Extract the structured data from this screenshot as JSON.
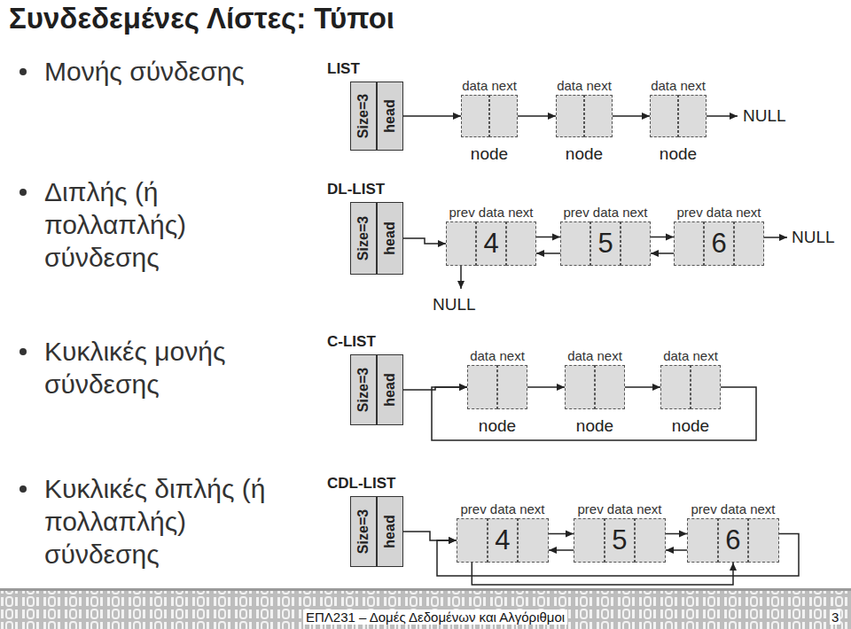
{
  "diagram": {
    "title": "Συνδεδεμένες Λίστες: Τύποι",
    "nodes": [
      {
        "text": [
          "LIST",
          "Size=3",
          "head"
        ]
      },
      {
        "text": [
          "data next",
          "node"
        ]
      },
      {
        "text": [
          "data next",
          "node"
        ]
      },
      {
        "text": [
          "data next",
          "node"
        ]
      },
      {
        "text": [
          "DL-LIST",
          "Size=3",
          "head"
        ]
      },
      {
        "text": [
          "prev data next",
          "4"
        ]
      },
      {
        "text": [
          "prev data next",
          "5"
        ]
      },
      {
        "text": [
          "prev data next",
          "6"
        ]
      },
      {
        "text": [
          "C-LIST",
          "Size=3",
          "head"
        ]
      },
      {
        "text": [
          "data next",
          "node"
        ]
      },
      {
        "text": [
          "data next",
          "node"
        ]
      },
      {
        "text": [
          "data next",
          "node"
        ]
      },
      {
        "text": [
          "CDL-LIST",
          "Size=3",
          "head"
        ]
      },
      {
        "text": [
          "prev data next",
          "4"
        ]
      },
      {
        "text": [
          "prev data next",
          "5"
        ]
      },
      {
        "text": [
          "prev data next",
          "6"
        ]
      }
    ],
    "edges": [
      {
        "from": 0,
        "to": 1,
        "arrow": "to"
      },
      {
        "from": 1,
        "to": 2,
        "arrow": "to"
      },
      {
        "from": 2,
        "to": 3,
        "arrow": "to"
      },
      {
        "from": 4,
        "to": 5,
        "arrow": "to"
      },
      {
        "from": 5,
        "to": 6,
        "arrow": "to"
      },
      {
        "from": 6,
        "to": 5,
        "arrow": "to"
      },
      {
        "from": 6,
        "to": 7,
        "arrow": "to"
      },
      {
        "from": 7,
        "to": 6,
        "arrow": "to"
      },
      {
        "from": 8,
        "to": 9,
        "arrow": "to"
      },
      {
        "from": 9,
        "to": 10,
        "arrow": "to"
      },
      {
        "from": 10,
        "to": 11,
        "arrow": "to"
      },
      {
        "from": 11,
        "to": 9,
        "arrow": "to"
      },
      {
        "from": 12,
        "to": 13,
        "arrow": "to"
      },
      {
        "from": 13,
        "to": 14,
        "arrow": "to"
      },
      {
        "from": 14,
        "to": 13,
        "arrow": "to"
      },
      {
        "from": 14,
        "to": 15,
        "arrow": "to"
      },
      {
        "from": 15,
        "to": 14,
        "arrow": "to"
      },
      {
        "from": 15,
        "to": 13,
        "arrow": "to"
      },
      {
        "from": 13,
        "to": 15,
        "arrow": "to"
      }
    ],
    "labels": [
      "Μονής σύνδεσης",
      "Διπλής (ή πολλαπλής) σύνδεσης",
      "Κυκλικές μονής σύνδεσης",
      "Κυκλικές διπλής (ή πολλαπλής) σύνδεσης",
      "NULL",
      "NULL",
      "NULL",
      "ΕΠΛ231 – Δομές Δεδομένων και Αλγόριθμοι",
      "3"
    ]
  }
}
